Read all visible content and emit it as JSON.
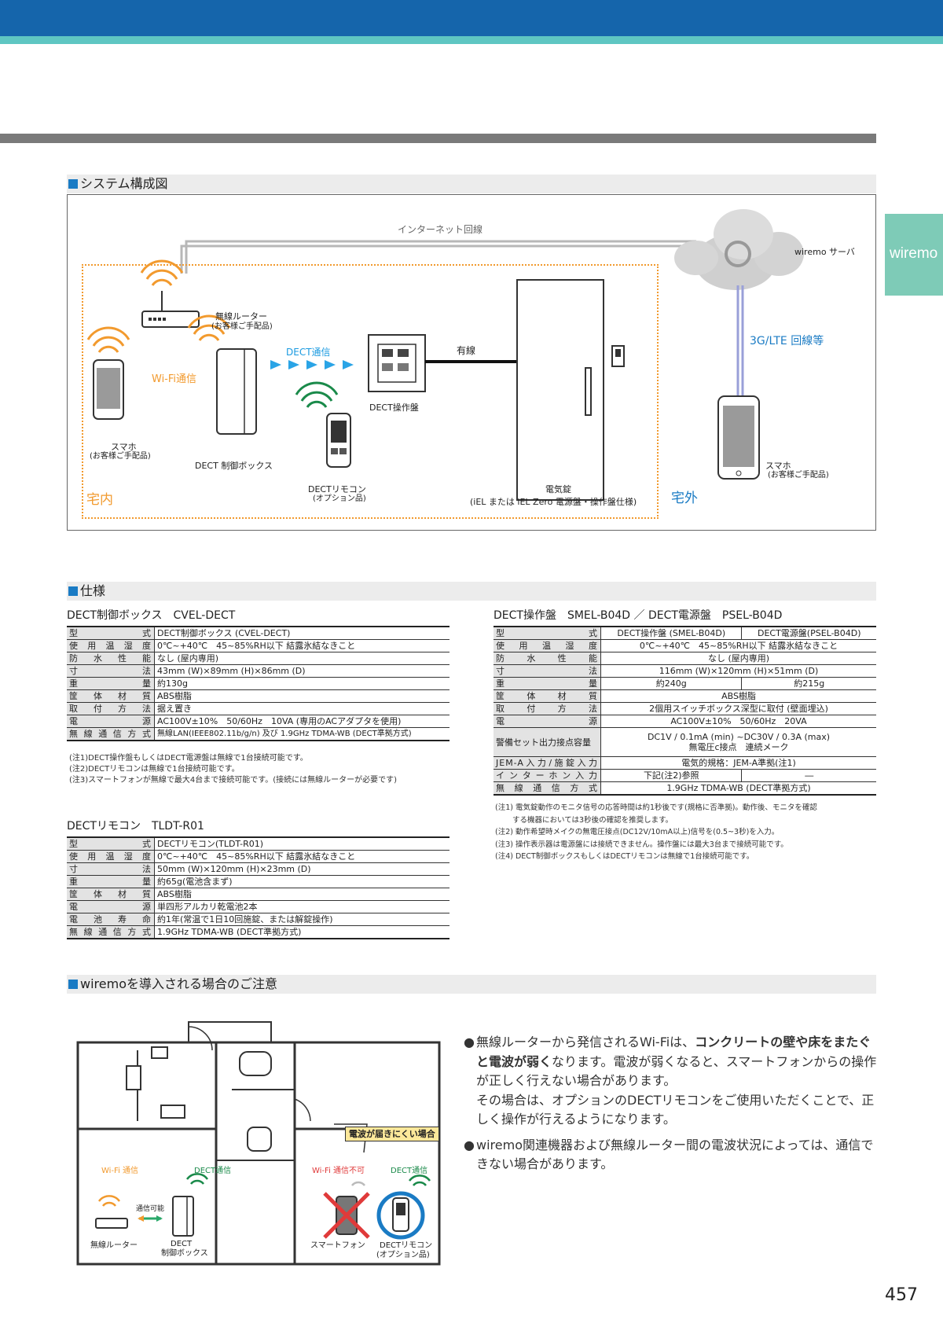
{
  "page_number": "457",
  "side_tab": "wiremo",
  "sections": {
    "system": "システム構成図",
    "spec": "仕様",
    "caution": "wiremoを導入される場合のご注意"
  },
  "diagram": {
    "internet_line": "インターネット回線",
    "server": "wiremo サーバ",
    "lte": "3G/LTE 回線等",
    "router": "無線ルーター",
    "router_sub": "(お客様ご手配品)",
    "dect_comm": "DECT通信",
    "wired": "有線",
    "wifi_comm": "Wi-Fi通信",
    "dect_panel": "DECT操作盤",
    "phone_in": "スマホ",
    "phone_in_sub": "(お客様ご手配品)",
    "control_box": "DECT 制御ボックス",
    "remote": "DECTリモコン",
    "remote_sub": "(オプション品)",
    "lock": "電気錠",
    "lock_sub": "(iEL または iEL Zero 電源盤・操作盤仕様)",
    "indoor": "宅内",
    "outdoor": "宅外",
    "phone_out": "スマホ",
    "phone_out_sub": "(お客様ご手配品)"
  },
  "box_spec": {
    "title": "DECT制御ボックス　CVEL-DECT",
    "rows": [
      [
        "型式",
        "DECT制御ボックス (CVEL-DECT)"
      ],
      [
        "使用温湿度",
        "0℃~+40℃　45~85%RH以下 結露氷結なきこと"
      ],
      [
        "防水性能",
        "なし (屋内専用)"
      ],
      [
        "寸法",
        "43mm (W)×89mm (H)×86mm (D)"
      ],
      [
        "重量",
        "約130g"
      ],
      [
        "筐体材質",
        "ABS樹脂"
      ],
      [
        "取付方法",
        "据え置き"
      ],
      [
        "電源",
        "AC100V±10%　50/60Hz　10VA (専用のACアダプタを使用)"
      ],
      [
        "無線通信方式",
        "無線LAN(IEEE802.11b/g/n) 及び 1.9GHz TDMA-WB (DECT準拠方式)"
      ]
    ],
    "notes": [
      "(注1)DECT操作盤もしくはDECT電源盤は無線で1台接続可能です。",
      "(注2)DECTリモコンは無線で1台接続可能です。",
      "(注3)スマートフォンが無線で最大4台まで接続可能です。(接続には無線ルーターが必要です)"
    ]
  },
  "remote_spec": {
    "title": "DECTリモコン　TLDT-R01",
    "rows": [
      [
        "型式",
        "DECTリモコン(TLDT-R01)"
      ],
      [
        "使用温湿度",
        "0℃~+40℃　45~85%RH以下 結露氷結なきこと"
      ],
      [
        "寸法",
        "50mm (W)×120mm (H)×23mm (D)"
      ],
      [
        "重量",
        "約65g(電池含まず)"
      ],
      [
        "筐体材質",
        "ABS樹脂"
      ],
      [
        "電源",
        "単四形アルカリ乾電池2本"
      ],
      [
        "電池寿命",
        "約1年(常温で1日10回施錠、または解錠操作)"
      ],
      [
        "無線通信方式",
        "1.9GHz TDMA-WB (DECT準拠方式)"
      ]
    ]
  },
  "panel_spec": {
    "title": "DECT操作盤　SMEL-B04D ／ DECT電源盤　PSEL-B04D",
    "head": [
      "型式",
      "DECT操作盤 (SMEL-B04D)",
      "DECT電源盤(PSEL-B04D)"
    ],
    "rows": [
      [
        "使用温湿度",
        "0℃~+40℃　45~85%RH以下 結露氷結なきこと"
      ],
      [
        "防水性能",
        "なし (屋内専用)"
      ],
      [
        "寸法",
        "116mm (W)×120mm (H)×51mm (D)"
      ]
    ],
    "weight": [
      "重量",
      "約240g",
      "約215g"
    ],
    "rows2": [
      [
        "筐体材質",
        "ABS樹脂"
      ],
      [
        "取付方法",
        "2個用スイッチボックス深型に取付 (壁面埋込)"
      ],
      [
        "電源",
        "AC100V±10%　50/60Hz　20VA"
      ]
    ],
    "alarm": [
      "警備セット出力接点容量",
      "DC1V / 0.1mA (min) ~DC30V / 0.3A (max)",
      "無電圧c接点　連続メーク"
    ],
    "jem": [
      "JEM-A入力/施錠入力",
      "電気的規格：JEM-A準拠(注1)"
    ],
    "intercom": [
      "インターホン入力",
      "下記(注2)参照",
      "―"
    ],
    "radio": [
      "無線通信方式",
      "1.9GHz TDMA-WB (DECT準拠方式)"
    ],
    "notes": [
      "(注1) 電気錠動作のモニタ信号の応答時間は約1秒後です(規格に否準拠)。動作後、モニタを確認",
      "　　 する機器においては3秒後の確認を推奨します。",
      "(注2) 動作希望時メイクの無電圧接点(DC12V/10mA以上)信号を(0.5~3秒)を入力。",
      "(注3) 操作表示器は電源盤には接続できません。操作盤には最大3台まで接続可能です。",
      "(注4) DECT制御ボックスもしくはDECTリモコンは無線で1台接続可能です。"
    ]
  },
  "caution": {
    "callout": "電波が届きにくい場合",
    "wifi_comm": "Wi-Fi 通信",
    "dect_comm_l": "DECT通信",
    "wifi_ng": "Wi-Fi 通信不可",
    "dect_comm_r": "DECT通信",
    "connectable": "通信可能",
    "router": "無線ルーター",
    "box": "DECT",
    "box2": "制御ボックス",
    "phone": "スマートフォン",
    "remote": "DECTリモコン",
    "remote_sub": "(オプション品)",
    "p1_a": "無線ルーターから発信されるWi-Fiは、",
    "p1_b": "コンクリートの壁や床をまたぐと電波が弱く",
    "p1_c": "なります。電波が弱くなると、スマートフォンからの操作が正しく行えない場合があります。",
    "p1_d": "その場合は、オプションのDECTリモコンをご使用いただくことで、正しく操作が行えるようになります。",
    "p2": "wiremo関連機器および無線ルーター間の電波状況によっては、通信できない場合があります。"
  }
}
